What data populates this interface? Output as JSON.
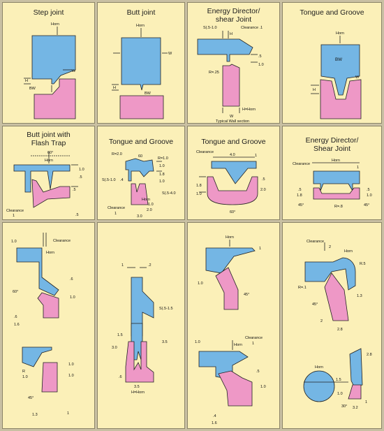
{
  "panels": {
    "r1": {
      "step": {
        "title": "Step joint",
        "horn": "Horn",
        "h": "H",
        "bw": "BW",
        "w": "W"
      },
      "butt": {
        "title": "Butt joint",
        "horn": "Horn",
        "w": "W",
        "h": "H",
        "bw": "BW"
      },
      "energy": {
        "title_l1": "Energy Director/",
        "title_l2": "shear Joint",
        "top_dim": "S(.5-1.0",
        "clearance": "Clearance .1",
        "h": "H",
        "d1": ".5",
        "d2": "1.0",
        "radius": "R=.25",
        "h_horn": "H=Horn",
        "w": "W",
        "typ": "Typical Wall section"
      },
      "tongue": {
        "title": "Tongue and Groove",
        "horn": "Horn",
        "bw": "BW",
        "w": "W",
        "h": "H"
      }
    },
    "r2": {
      "flash": {
        "title_l1": "Butt joint with",
        "title_l2": "Flash Trap",
        "angle": "60°",
        "horn": "Horn",
        "d1": "1.0",
        "d2": ".5",
        "d3": ".5",
        "clearance": "Clearance",
        "c1": "1",
        "d4": ".5"
      },
      "tg2": {
        "title": "Tongue and Groove",
        "r20": "R=2.0",
        "a60": "60",
        "r10": "R=1.0",
        "s": "S(.5-1.0",
        "d4": ".4",
        "d10a": "1.0",
        "d18": "1.8",
        "d10b": "1.0",
        "s2": "S(.5-4.0",
        "horn": "Horn",
        "d10c": "1.0",
        "clearance": "Clearance",
        "c1": "1",
        "d20": "2.0",
        "d30": "3.0"
      },
      "tg3": {
        "title": "Tongue and Groove",
        "clearance": "Clearance",
        "c1": "1",
        "d40": "4.0",
        "d5": ".5",
        "d18": "1.8",
        "d10": "1.0",
        "d20": "2.0",
        "a60": "60°"
      },
      "ed2": {
        "title_l1": "Energy Director/",
        "title_l2": "Shear Joint",
        "clearance": "Clearance",
        "horn": "Horn",
        "c1": "1",
        "d5a": ".5",
        "d18": "1.8",
        "d5b": ".5",
        "d10": "1.0",
        "a45a": "45°",
        "r8": "R=.8",
        "a45b": "45°"
      }
    },
    "r3": {
      "p1": {
        "d10": "1.0",
        "clearance": "Clearance",
        "horn": "Horn",
        "d6": ".6",
        "a60": "60°",
        "d10b": "1.0",
        "d6b": ".6",
        "d16": "1.6",
        "d10c": "1.0",
        "d10d": "1.0",
        "r": "R",
        "r10": "1.0",
        "a45": "45°",
        "d13": "1.3",
        "d1": "1"
      },
      "p2": {
        "c1": "1",
        "d2": ".2",
        "s": "S(.5-1.5",
        "d15": "1.5",
        "d30": "3.0",
        "d35a": "3.5",
        "d6": ".6",
        "d35b": "3.5",
        "horn": "H=Horn"
      },
      "p3": {
        "horn": "Horn",
        "d1": "1",
        "d10": "1.0",
        "a45": "45°",
        "d10b": "1.0",
        "horn2": "Horn",
        "clearance": "Clearance",
        "c1": "1",
        "d5": ".5",
        "d10c": "1.0",
        "d4": ".4",
        "d16": "1.6"
      },
      "p4": {
        "clearance": "Clearance",
        "c2": "2",
        "horn": "Horn",
        "r5": "R.5",
        "r1": "R=.1",
        "a45": "45°",
        "d13": "1.3",
        "d2": "2",
        "d28": "2.8",
        "horn2": "Horn",
        "d28b": "2.8",
        "d15": "1.5",
        "d10": "1.0",
        "a30": "30°",
        "d32": "3.2",
        "d1": "1"
      }
    }
  },
  "colors": {
    "horn_part": "#74b6e4",
    "base_part": "#ee98c6",
    "panel": "#fbf0b8",
    "divider": "#c9c0a3"
  }
}
